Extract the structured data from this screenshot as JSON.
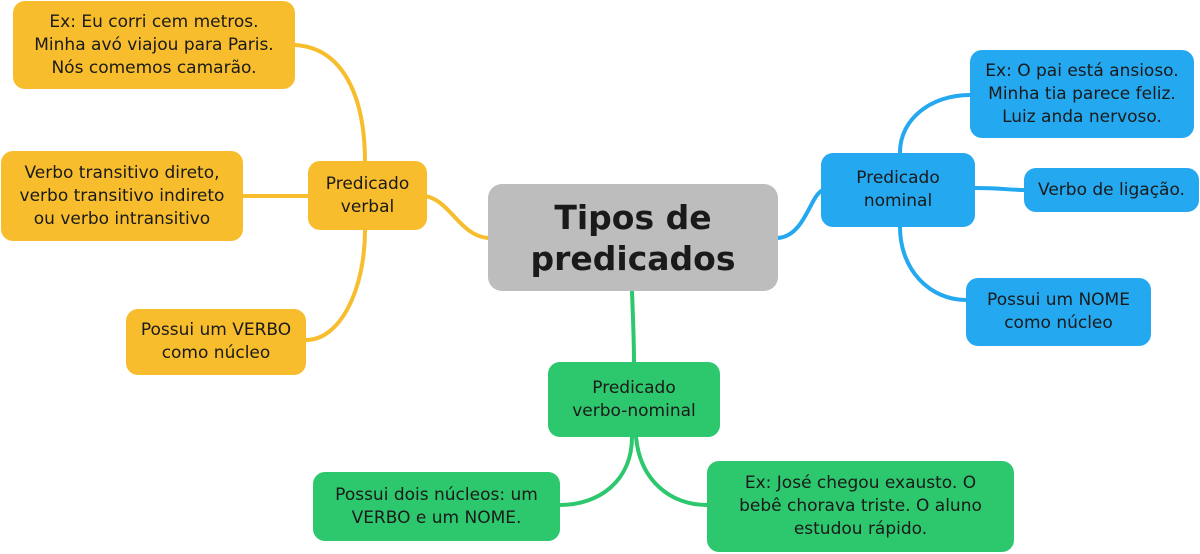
{
  "colors": {
    "central": "#bdbdbd",
    "verbal": "#f7bd2d",
    "nominal": "#24a8f0",
    "verbo_nominal": "#2dc76d"
  },
  "central": {
    "title": "Tipos de\npredicados"
  },
  "verbal": {
    "label": "Predicado\nverbal",
    "example": "Ex: Eu corri cem metros.\nMinha avó viajou para Paris.\nNós comemos camarão.",
    "verbs": "Verbo transitivo direto,\nverbo transitivo indireto\nou verbo intransitivo",
    "nucleus": "Possui um VERBO\ncomo núcleo"
  },
  "nominal": {
    "label": "Predicado\nnominal",
    "example": "Ex: O pai está ansioso.\nMinha tia parece feliz.\nLuiz anda nervoso.",
    "verb": "Verbo de ligação.",
    "nucleus": "Possui um NOME\ncomo núcleo"
  },
  "verbo_nominal": {
    "label": "Predicado\nverbo-nominal",
    "nucleus": "Possui dois núcleos: um\nVERBO e um NOME.",
    "example": "Ex: José chegou exausto. O\nbebê chorava triste. O aluno\nestudou rápido."
  }
}
